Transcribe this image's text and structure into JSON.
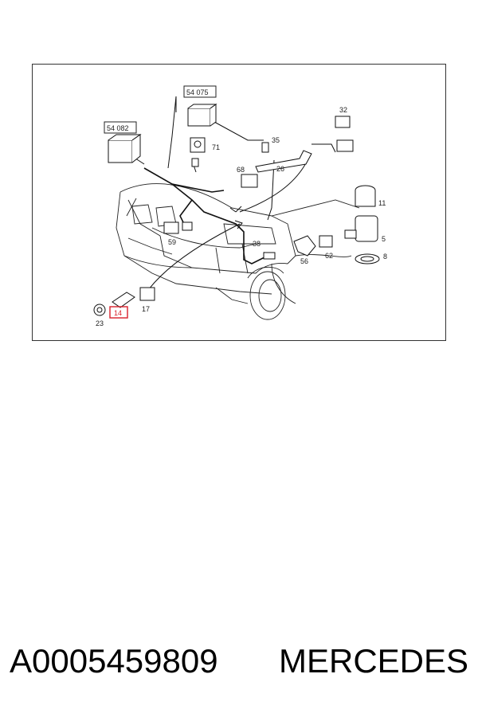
{
  "diagram": {
    "callouts": {
      "c54075": "54 075",
      "c54082": "54 082",
      "c32": "32",
      "c35": "35",
      "c71": "71",
      "c26": "26",
      "c68": "68",
      "c11": "11",
      "c5": "5",
      "c8": "8",
      "c38": "38",
      "c59": "59",
      "c56": "56",
      "c62": "62",
      "c17": "17",
      "c23": "23",
      "c14": "14"
    },
    "highlight_color": "#d9202a"
  },
  "footer": {
    "part_number": "A0005459809",
    "brand": "MERCEDES"
  }
}
